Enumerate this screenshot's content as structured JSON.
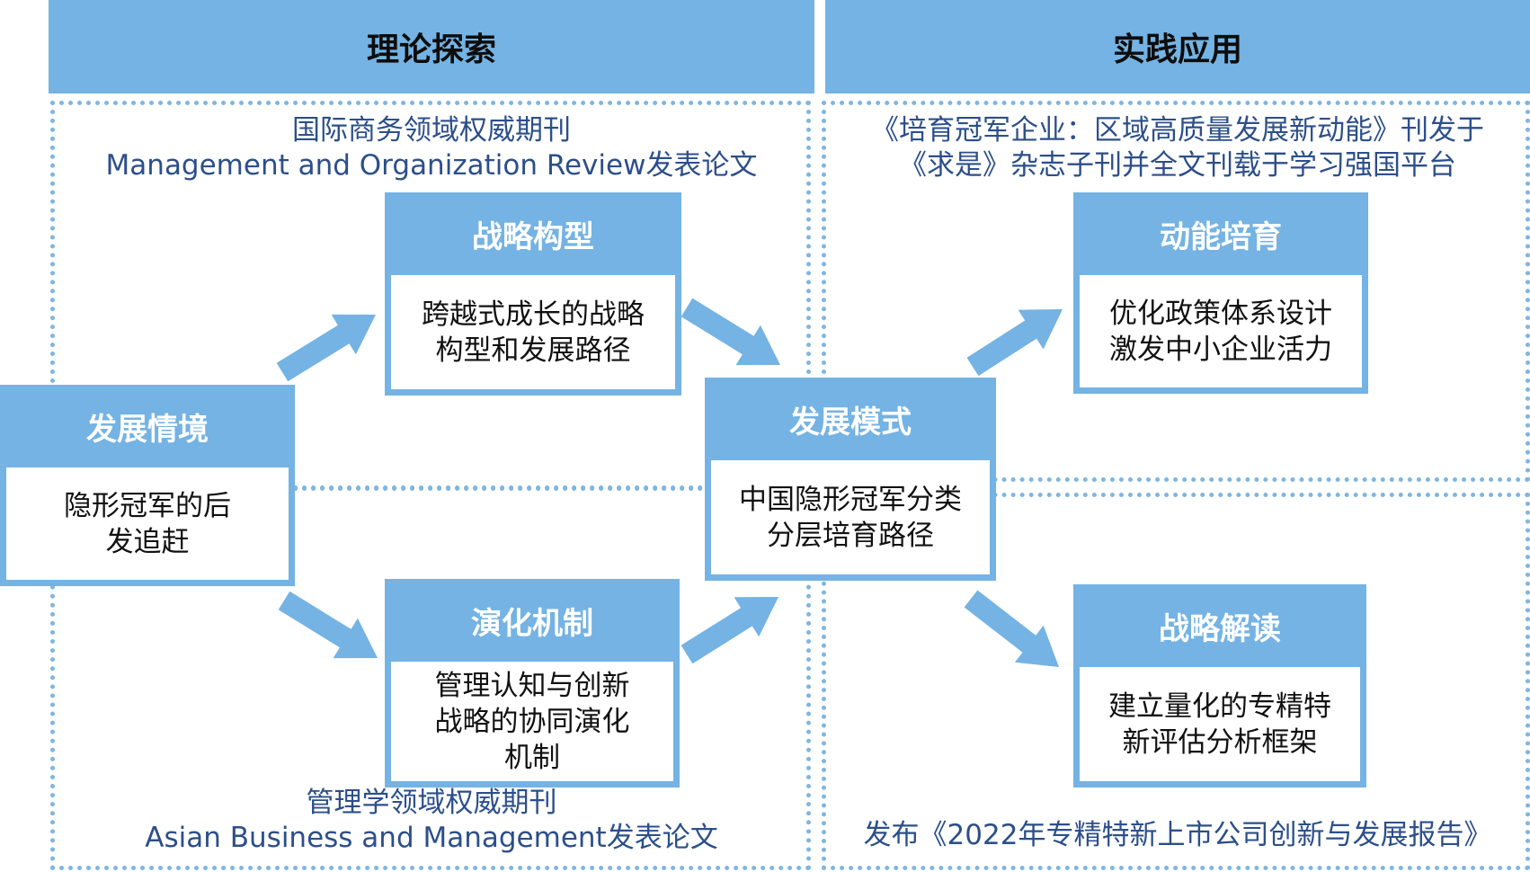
{
  "headers": {
    "theory": "理论探索",
    "practice": "实践应用"
  },
  "notes": {
    "theory_top_line1": "国际商务领域权威期刊",
    "theory_top_line2": "Management and Organization Review发表论文",
    "theory_bottom_line1": "管理学领域权威期刊",
    "theory_bottom_line2": "Asian Business and Management发表论文",
    "practice_top_line1": "《培育冠军企业：区域高质量发展新动能》刊发于",
    "practice_top_line2": "《求是》杂志子刊并全文刊载于学习强国平台",
    "practice_bottom": "发布《2022年专精特新上市公司创新与发展报告》"
  },
  "nodes": {
    "context": {
      "title": "发展情境",
      "body": "隐形冠军的后\n发追赶"
    },
    "strategy": {
      "title": "战略构型",
      "body": "跨越式成长的战略\n构型和发展路径"
    },
    "evolution": {
      "title": "演化机制",
      "body": "管理认知与创新\n战略的协同演化\n机制"
    },
    "model": {
      "title": "发展模式",
      "body": "中国隐形冠军分类\n分层培育路径"
    },
    "momentum": {
      "title": "动能培育",
      "body": "优化政策体系设计\n激发中小企业活力"
    },
    "interpretation": {
      "title": "战略解读",
      "body": "建立量化的专精特\n新评估分析框架"
    }
  },
  "colors": {
    "header_fill": "#74b3e3",
    "arrow_fill": "#74b3e3",
    "dotted_border": "#7fb6e0",
    "note_text": "#2c4f8a"
  }
}
